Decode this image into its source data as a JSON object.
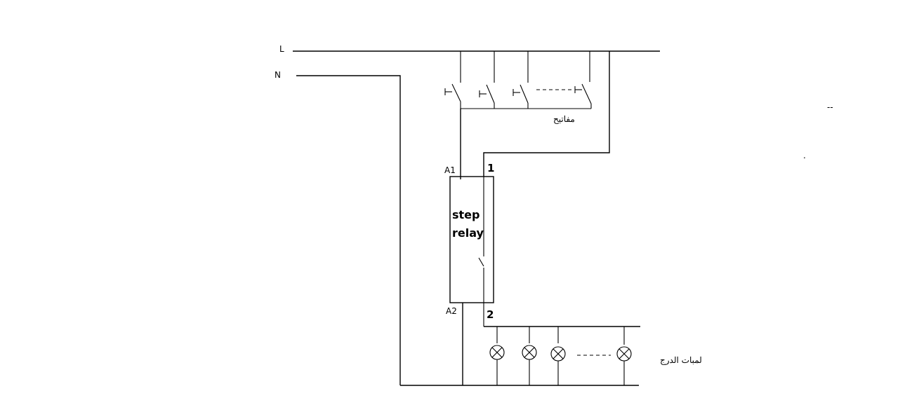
{
  "labels": {
    "line": "L",
    "neutral": "N",
    "terminal_a1": "A1",
    "terminal_a2": "A2",
    "terminal_1": "1",
    "terminal_2": "2",
    "relay_line1": "step",
    "relay_line2": "relay",
    "switches": "مفاتيح",
    "lamps": "لمبات الدرج",
    "stray_mark_1": "--",
    "stray_mark_2": "."
  },
  "components": {
    "switch_count_drawn": 4,
    "lamp_count_drawn": 4
  }
}
